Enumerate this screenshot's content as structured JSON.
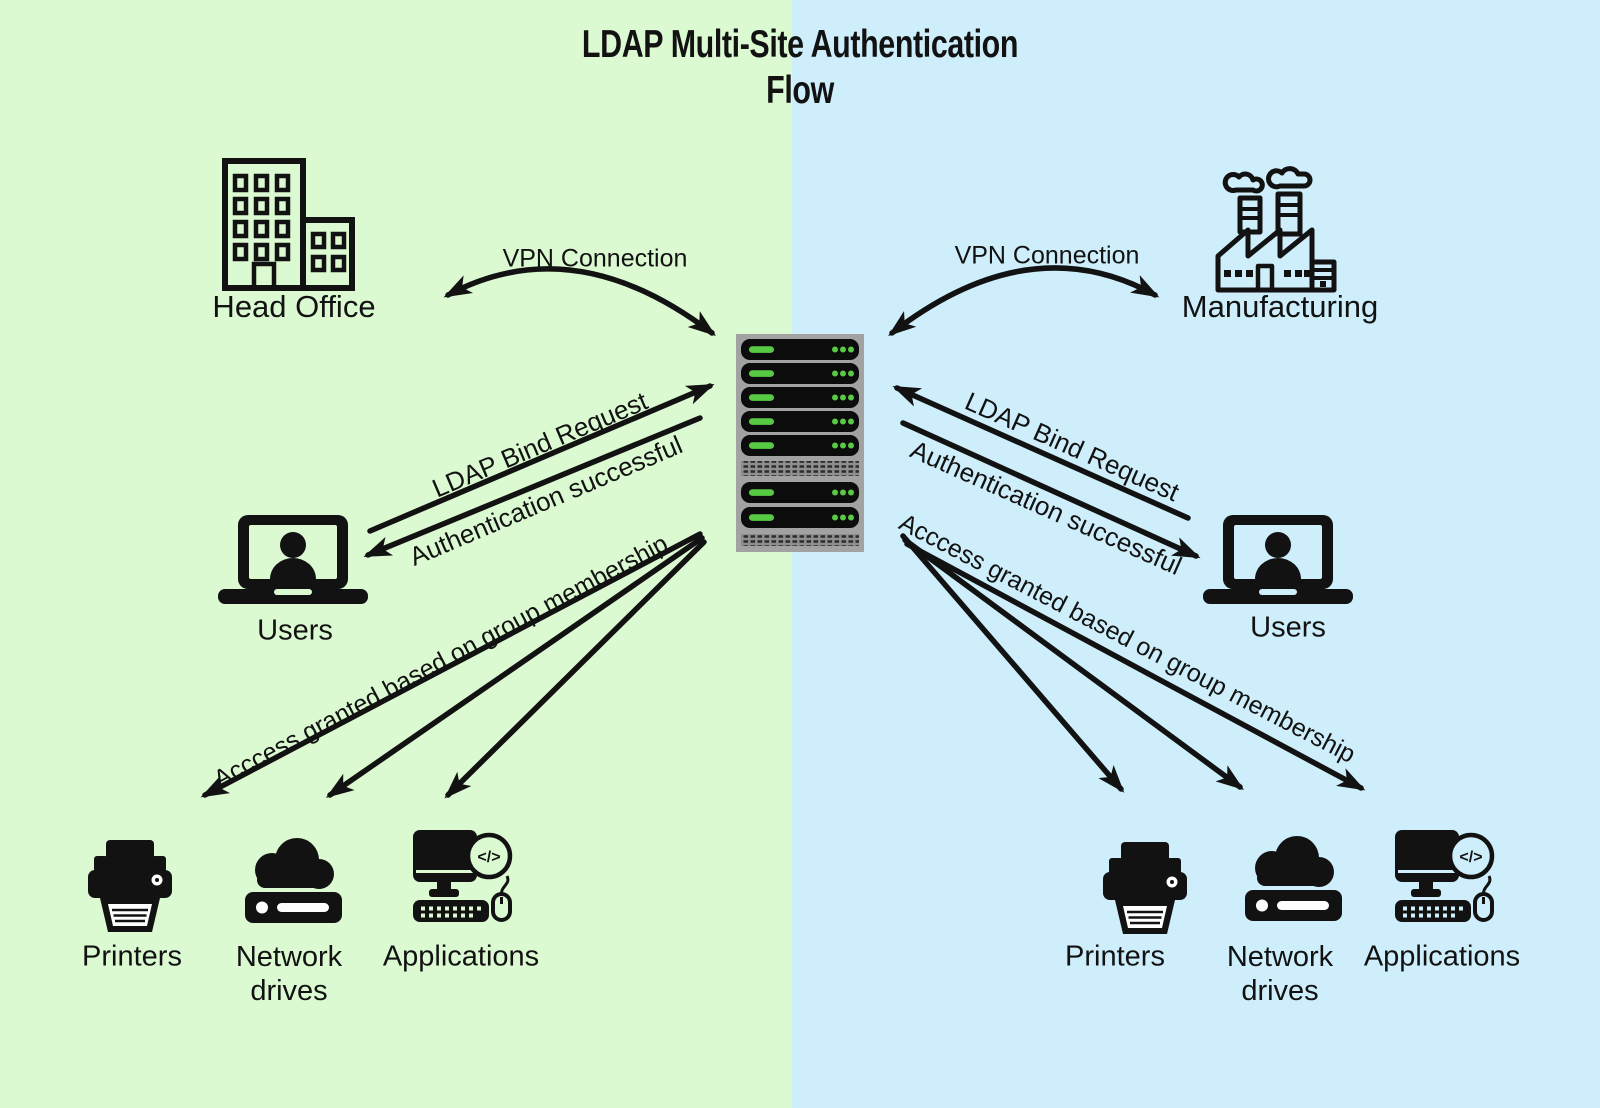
{
  "title": {
    "line1": "LDAP Multi-Site Authentication",
    "line2": "Flow"
  },
  "colors": {
    "left-bg": "#dcfad2",
    "right-bg": "#cdeefa",
    "ink": "#121212",
    "rack-frame": "#a2a2a2",
    "rack-mesh-dark": "#2e2e2e",
    "rack-mesh-light": "#8f8f8f",
    "unit": "#0c0c0c",
    "led": "#58c943",
    "white": "#ffffff"
  },
  "icons": {
    "code_glyph": "</>"
  },
  "left": {
    "site": "Head Office",
    "vpn": "VPN Connection",
    "bind": "LDAP Bind Request",
    "auth": "Authentication successful",
    "access": "Acccess granted based on group membership",
    "users": "Users",
    "resources": {
      "printers": "Printers",
      "network_drives": "Network drives",
      "applications": "Applications"
    }
  },
  "right": {
    "site": "Manufacturing",
    "vpn": "VPN Connection",
    "bind": "LDAP Bind Request",
    "auth": "Authentication successful",
    "access": "Acccess granted based on group membership",
    "users": "Users",
    "resources": {
      "printers": "Printers",
      "network_drives": "Network drives",
      "applications": "Applications"
    }
  }
}
